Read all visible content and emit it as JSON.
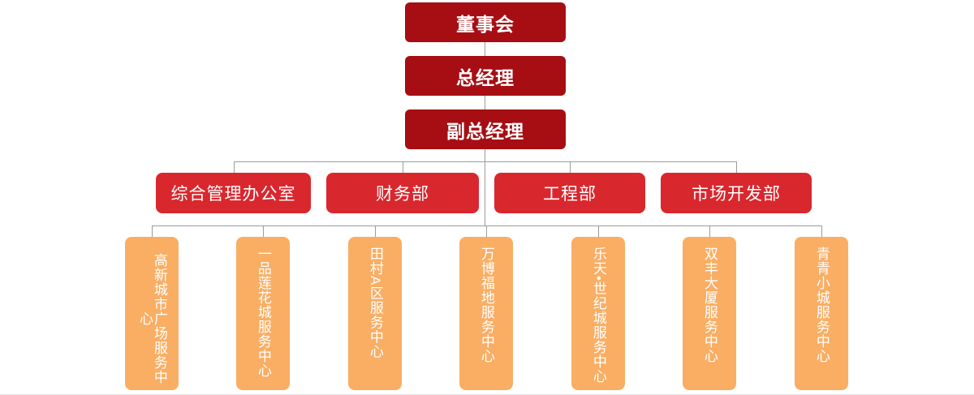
{
  "title": "组织架构图",
  "colors": {
    "executive_box": "#A60E13",
    "department_box": "#D9272E",
    "center_box": "#F9AE64",
    "connector_line": "#9C9C9C",
    "box_text": "#FFFFFF",
    "page_divider": "#E3E3E3"
  },
  "executives": [
    {
      "label": "董事会"
    },
    {
      "label": "总经理"
    },
    {
      "label": "副总经理"
    }
  ],
  "departments": [
    {
      "label": "综合管理办公室"
    },
    {
      "label": "财务部"
    },
    {
      "label": "工程部"
    },
    {
      "label": "市场开发部"
    }
  ],
  "service_centers": [
    {
      "label": "高新城市广场服务中心"
    },
    {
      "label": "一品莲花城服务中心"
    },
    {
      "label": "田村A区服务中心"
    },
    {
      "label": "万博福地服务中心"
    },
    {
      "label": "乐天•世纪城服务中心"
    },
    {
      "label": "双丰大厦服务中心"
    },
    {
      "label": "青青小城服务中心"
    }
  ]
}
